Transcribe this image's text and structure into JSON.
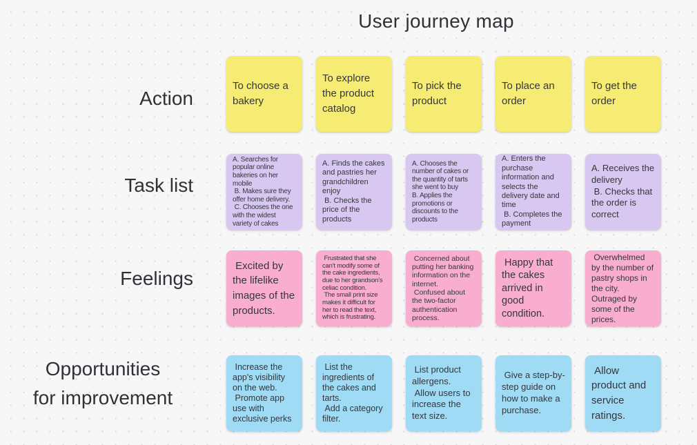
{
  "title": "User journey map",
  "canvas": {
    "background_color": "#F7F7F8",
    "dot_color": "#D7D7DA"
  },
  "rows": [
    {
      "label": "Action",
      "note_color": "#F7EC73",
      "notes": [
        {
          "text": "To choose a bakery"
        },
        {
          "text": "To explore the product catalog"
        },
        {
          "text": "To pick the product"
        },
        {
          "text": "To place an order"
        },
        {
          "text": "To get the order"
        }
      ]
    },
    {
      "label": "Task list",
      "note_color": "#D8C8F1",
      "notes": [
        {
          "text": "A. Searches for popular online bakeries on her mobile\n B. Makes sure they offer home delivery.\n C. Chooses the one with the widest variety of cakes"
        },
        {
          "text": "A. Finds the cakes and pastries her grandchildren enjoy\n B. Checks the price of the products"
        },
        {
          "text": "A. Chooses the number of cakes or the quantity of tarts she went to buy\nB. Applies the promotions or discounts to the products"
        },
        {
          "text": "A. Enters the purchase information and selects the delivery date and time\n B. Completes the payment"
        },
        {
          "text": "A. Receives the delivery\n B. Checks that the order is correct"
        }
      ]
    },
    {
      "label": "Feelings",
      "note_color": "#F9AED0",
      "notes": [
        {
          "text": " Excited by the lifelike images of the products."
        },
        {
          "text": " Frustrated that she can't modify some of the cake ingredients, due to her grandson's celiac condition.\n The small print size makes it difficult for her to read the text, which is frustrating."
        },
        {
          "text": " Concerned about putting her banking information on the internet.\n Confused about the two-factor authentication process."
        },
        {
          "text": " Happy that the cakes arrived in good condition."
        },
        {
          "text": " Overwhelmed by the number of pastry shops in the city. Outraged by some of the prices."
        }
      ]
    },
    {
      "label": "Opportunities\nfor improvement",
      "note_color": "#A0DBF5",
      "notes": [
        {
          "text": " Increase the app's visibility on the web.\n Promote app use with exclusive perks"
        },
        {
          "text": " List the ingredients of the cakes and tarts.\n Add a category filter."
        },
        {
          "text": " List product allergens.\n Allow users to increase the text size."
        },
        {
          "text": " Give a step-by-step guide on how to make a purchase."
        },
        {
          "text": " Allow product and service ratings."
        }
      ]
    }
  ]
}
